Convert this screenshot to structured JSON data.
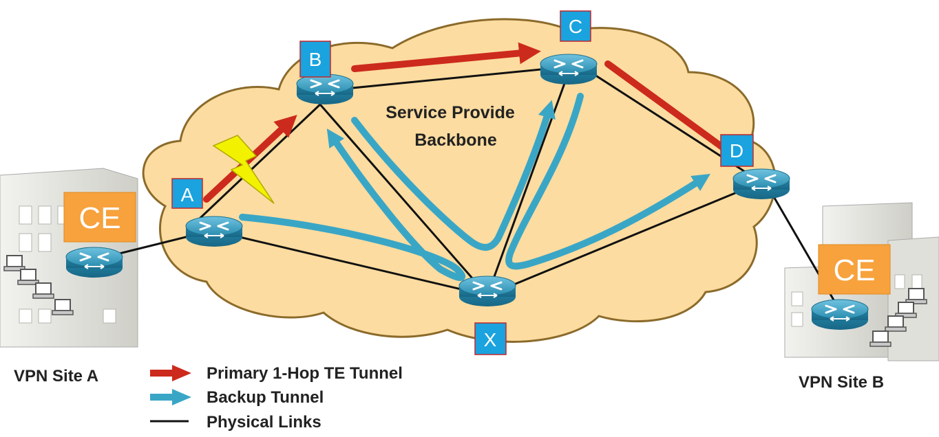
{
  "diagram": {
    "backbone_label_line1": "Service Provide",
    "backbone_label_line2": "Backbone",
    "routers": {
      "a": "A",
      "b": "B",
      "c": "C",
      "d": "D",
      "x": "X",
      "ce_a": "CE",
      "ce_b": "CE"
    },
    "sites": {
      "site_a": "VPN Site A",
      "site_b": "VPN Site B"
    },
    "legend": {
      "primary": "Primary 1-Hop TE Tunnel",
      "backup": "Backup Tunnel",
      "physical": "Physical Links"
    },
    "colors": {
      "cloud_fill": "#fcdca0",
      "cloud_stroke": "#8b6a2a",
      "router_blue": "#2a8fb0",
      "label_box_blue": "#1aa3de",
      "ce_box_orange": "#f7a23d",
      "primary_red": "#cc2a1c",
      "backup_blue": "#3aa6c6",
      "physical_black": "#111111",
      "failure_yellow": "#f2f200"
    }
  }
}
